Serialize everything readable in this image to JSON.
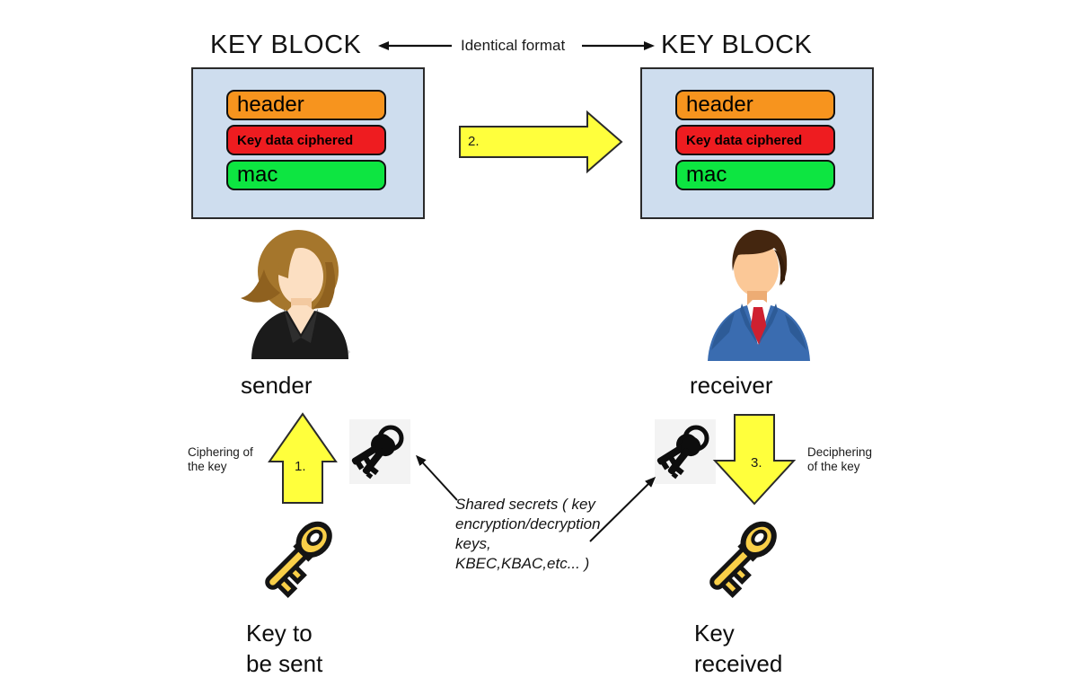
{
  "diagram": {
    "left_key_block": {
      "title": "KEY BLOCK"
    },
    "right_key_block": {
      "title": "KEY BLOCK"
    },
    "format_label": "Identical format",
    "key_block_rows": [
      {
        "label": "header",
        "color": "#F7941E"
      },
      {
        "label": "Key data ciphered",
        "color": "#EE1C20"
      },
      {
        "label": "mac",
        "color": "#0DE541"
      }
    ],
    "steps": {
      "step1": "1.",
      "step2": "2.",
      "step3": "3."
    },
    "sender_label": "sender",
    "receiver_label": "receiver",
    "ciphering_label": "Ciphering of\nthe key",
    "deciphering_label": "Deciphering\nof the key",
    "shared_secrets_label": "Shared secrets ( key\nencryption/decryption\nkeys,\nKBEC,KBAC,etc... )",
    "key_to_be_sent_label": "Key to\nbe sent",
    "key_received_label": "Key\nreceived",
    "icons": {
      "left_keys": "key-ring-icon",
      "right_keys": "key-ring-icon",
      "left_gold_key": "gold-key-icon",
      "right_gold_key": "gold-key-icon",
      "sender": "woman-avatar",
      "receiver": "man-avatar"
    },
    "colors": {
      "box_background": "#CEDDEE",
      "arrow_yellow": "#FFFF3C",
      "header_orange": "#F7941E",
      "ciphered_red": "#EE1C20",
      "mac_green": "#0DE541",
      "gold_key": "#F9CF48"
    }
  }
}
